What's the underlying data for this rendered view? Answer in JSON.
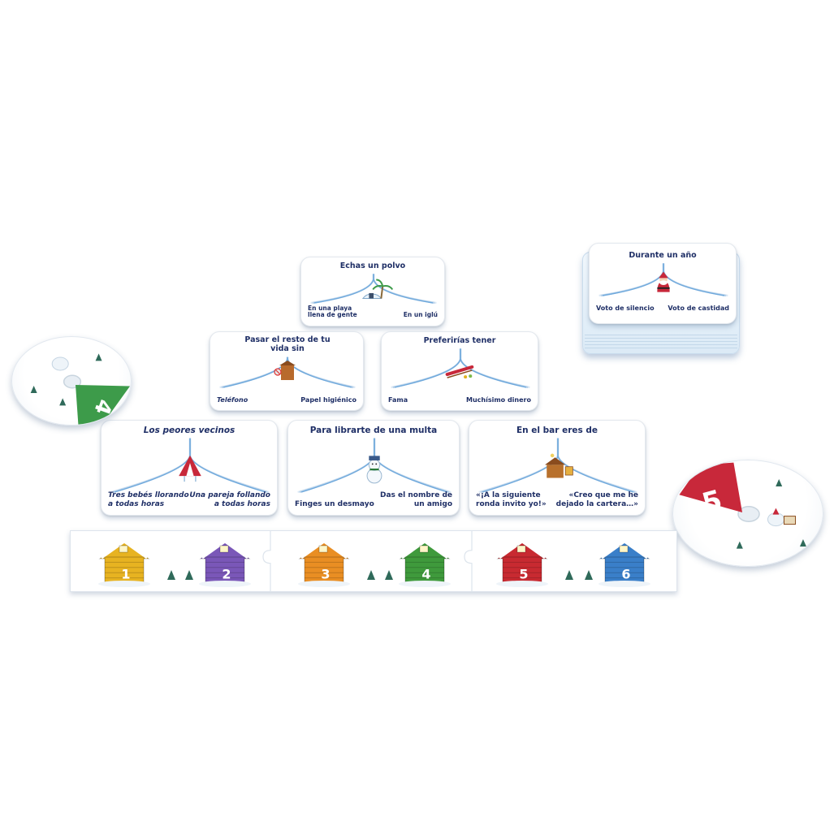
{
  "cards": [
    {
      "id": "echas-un-polvo",
      "title": "Echas un polvo",
      "left": "En una playa llena de gente",
      "right": "En un iglú",
      "icon": "igloo-palm-icon"
    },
    {
      "id": "pasar-el-resto",
      "title": "Pasar el resto de tu vida sin",
      "left": "Teléfono",
      "right": "Papel higiénico",
      "icon": "outhouse-icon"
    },
    {
      "id": "preferirias-tener",
      "title": "Preferirías tener",
      "left": "Fama",
      "right": "Muchísimo dinero",
      "icon": "sled-icon"
    },
    {
      "id": "los-peores-vecinos",
      "title": "Los peores vecinos",
      "left": "Tres bebés llorando a todas horas",
      "right": "Una pareja follando a todas horas",
      "icon": "tent-icon"
    },
    {
      "id": "librarte-multa",
      "title": "Para librarte de una multa",
      "left": "Finges un desmayo",
      "right": "Das el nombre de un amigo",
      "icon": "snowman-icon"
    },
    {
      "id": "bar-eres-de",
      "title": "En el bar eres de",
      "left": "«¡A la siguiente ronda invito yo!»",
      "right": "«Creo que me he dejado la cartera…»",
      "icon": "cabin-bar-icon"
    },
    {
      "id": "durante-un-ano",
      "title": "Durante un año",
      "left": "Voto de silencio",
      "right": "Voto de castidad",
      "icon": "santa-icon"
    }
  ],
  "discs": [
    {
      "id": "disc-left",
      "number": "4",
      "color": "#3d9b4a"
    },
    {
      "id": "disc-right",
      "number": "5",
      "color": "#c8283a"
    }
  ],
  "board": {
    "cabins": [
      {
        "number": "1",
        "color": "#e7b321"
      },
      {
        "number": "2",
        "color": "#7a57b8"
      },
      {
        "number": "3",
        "color": "#e98e23"
      },
      {
        "number": "4",
        "color": "#3f9a3c"
      },
      {
        "number": "5",
        "color": "#c82a31"
      },
      {
        "number": "6",
        "color": "#3a7fc9"
      }
    ]
  },
  "colors": {
    "text": "#1f2f66",
    "line": "#6fa9dc"
  }
}
